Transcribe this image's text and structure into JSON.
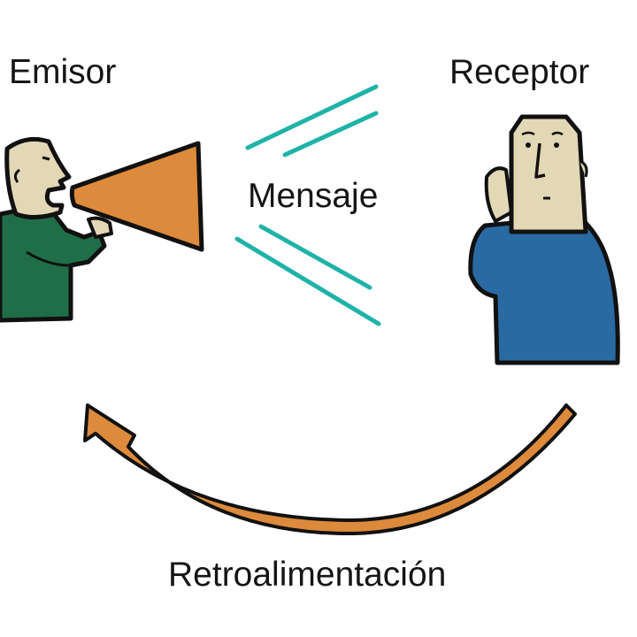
{
  "diagram": {
    "title": "Communication process",
    "labels": {
      "sender": "Emisor",
      "receiver": "Receptor",
      "message": "Mensaje",
      "feedback": "Retroalimentación"
    },
    "colors": {
      "sender_shirt": "#1f6e47",
      "receiver_shirt": "#2a6aa3",
      "skin": "#e3d8b6",
      "megaphone": "#dd8a3c",
      "feedback_arrow": "#dd8a3c",
      "signal_lines": "#1fb3a8",
      "outline": "#111111"
    }
  }
}
